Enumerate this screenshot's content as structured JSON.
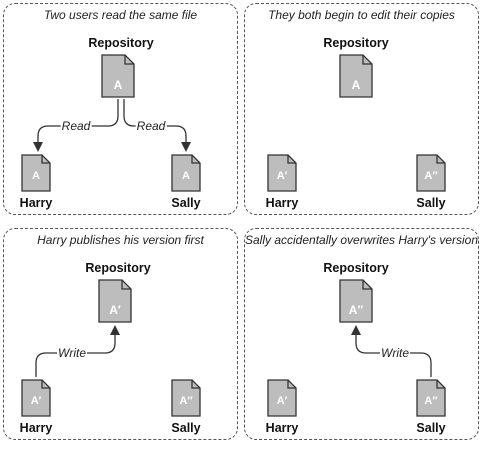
{
  "panels": [
    {
      "caption": "Two users read the same file",
      "repository": {
        "label": "Repository",
        "doc": "A"
      },
      "harry": {
        "label": "Harry",
        "doc": "A"
      },
      "sally": {
        "label": "Sally",
        "doc": "A"
      },
      "edges": [
        {
          "label": "Read"
        },
        {
          "label": "Read"
        }
      ]
    },
    {
      "caption": "They both begin to edit their copies",
      "repository": {
        "label": "Repository",
        "doc": "A"
      },
      "harry": {
        "label": "Harry",
        "doc": "A′"
      },
      "sally": {
        "label": "Sally",
        "doc": "A″"
      }
    },
    {
      "caption": "Harry publishes his version first",
      "repository": {
        "label": "Repository",
        "doc": "A′"
      },
      "harry": {
        "label": "Harry",
        "doc": "A′"
      },
      "sally": {
        "label": "Sally",
        "doc": "A″"
      },
      "edges": [
        {
          "label": "Write"
        }
      ]
    },
    {
      "caption": "Sally accidentally overwrites Harry's version",
      "repository": {
        "label": "Repository",
        "doc": "A″"
      },
      "harry": {
        "label": "Harry",
        "doc": "A′"
      },
      "sally": {
        "label": "Sally",
        "doc": "A″"
      },
      "edges": [
        {
          "label": "Write"
        }
      ]
    }
  ],
  "colors": {
    "doc_fill": "#bdbdbd",
    "doc_stroke": "#333333",
    "border": "#555555"
  }
}
